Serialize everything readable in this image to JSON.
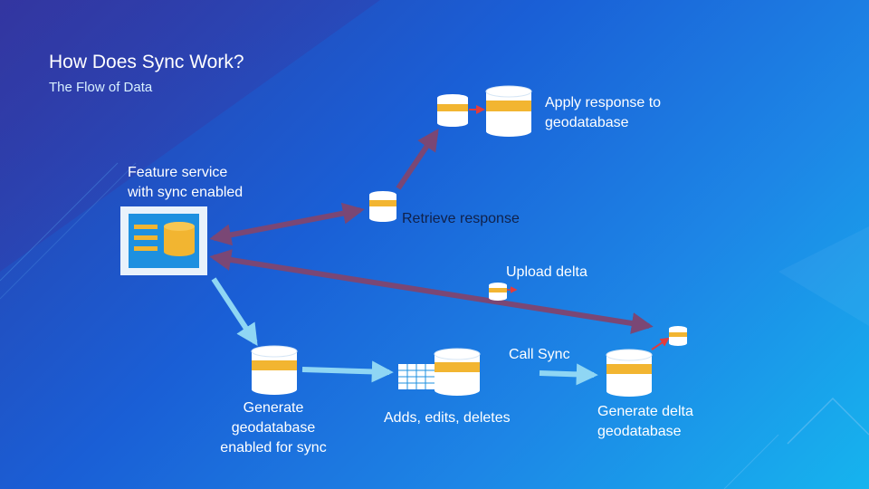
{
  "slide": {
    "title": "How Does Sync Work?",
    "subtitle": "The Flow of Data"
  },
  "steps": {
    "feature_service": {
      "line1": "Feature service",
      "line2": "with sync enabled"
    },
    "generate_gdb": {
      "line1": "Generate",
      "line2": "geodatabase",
      "line3": "enabled for sync"
    },
    "edits": {
      "label": "Adds, edits, deletes"
    },
    "call_sync": {
      "label": "Call Sync"
    },
    "generate_delta": {
      "line1": "Generate delta",
      "line2": "geodatabase"
    },
    "upload_delta": {
      "label": "Upload delta"
    },
    "retrieve_response": {
      "label": "Retrieve response"
    },
    "apply_response": {
      "line1": "Apply response to",
      "line2": "geodatabase"
    }
  },
  "colors": {
    "arrow_dark": "#7a4775",
    "arrow_light": "#8fd6f4",
    "db_body": "#ffffff",
    "db_band": "#f2b531",
    "service_frame": "#e9f2fb",
    "service_inner": "#1e90e0",
    "accent_red": "#e23c3c"
  },
  "icons": {
    "database": "database-icon",
    "feature_service": "feature-service-icon",
    "table": "table-grid-icon"
  }
}
